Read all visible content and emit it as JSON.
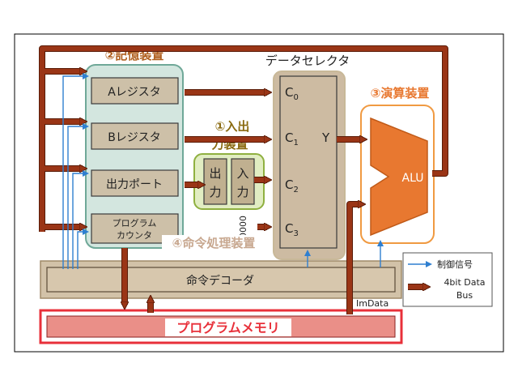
{
  "colors": {
    "bus": "#9a3516",
    "bus_dark": "#5a1c08",
    "control": "#2f7fd0",
    "memory_border": "#6fa898",
    "memory_fill": "#d3e6df",
    "io_border": "#8fb040",
    "io_fill": "#e1edc2",
    "selector_fill": "#cdbba2",
    "alu_orange": "#e87830",
    "alu_border": "#f09a42",
    "decoder_fill": "#d2c2a8",
    "progmem_red": "#e8303a",
    "progmem_fill": "#ea8f88"
  },
  "labels": {
    "memory_unit": "②記憶装置",
    "io_unit_line1": "①入出",
    "io_unit_line2": "力装置",
    "alu_unit": "③演算装置",
    "control_unit": "④命令処理装置",
    "data_selector": "データセレクタ",
    "selector_output": "Y"
  },
  "registers": [
    {
      "id": "a",
      "label": "Aレジスタ"
    },
    {
      "id": "b",
      "label": "Bレジスタ"
    },
    {
      "id": "out",
      "label": "出力ポート"
    },
    {
      "id": "pc",
      "label_line1": "プログラム",
      "label_line2": "カウンタ"
    }
  ],
  "io_ports": [
    {
      "id": "out",
      "label_line1": "出",
      "label_line2": "力"
    },
    {
      "id": "in",
      "label_line1": "入",
      "label_line2": "力"
    }
  ],
  "selector_inputs": [
    {
      "base": "C",
      "sub": "0"
    },
    {
      "base": "C",
      "sub": "1"
    },
    {
      "base": "C",
      "sub": "2"
    },
    {
      "base": "C",
      "sub": "3"
    }
  ],
  "alu_label": "ALU",
  "immediate_text": "0000",
  "decoder_label": "命令デコーダ",
  "imdata_label": "ImData",
  "program_memory_label": "プログラムメモリ",
  "legend": {
    "control_signal": "制御信号",
    "data_bus_line1": "4bit Data",
    "data_bus_line2": "Bus"
  }
}
